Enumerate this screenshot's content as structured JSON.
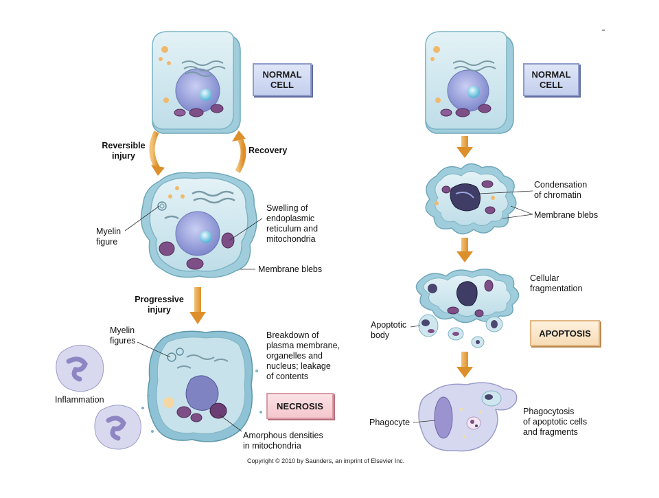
{
  "left": {
    "normal_box": "NORMAL\nCELL",
    "reversible_injury": "Reversible\ninjury",
    "recovery": "Recovery",
    "myelin_figure": "Myelin\nfigure",
    "swelling": "Swelling of\nendoplasmic\nreticulum and\nmitochondria",
    "membrane_blebs": "Membrane blebs",
    "progressive_injury": "Progressive\ninjury",
    "myelin_figures": "Myelin\nfigures",
    "breakdown": "Breakdown of\nplasma membrane,\norganelles and\nnucleus; leakage\nof contents",
    "inflammation": "Inflammation",
    "necrosis_box": "NECROSIS",
    "amorphous": "Amorphous densities\nin mitochondria"
  },
  "right": {
    "normal_box": "NORMAL\nCELL",
    "condensation": "Condensation\nof chromatin",
    "membrane_blebs": "Membrane blebs",
    "cellular_fragmentation": "Cellular\nfragmentation",
    "apoptotic_body": "Apoptotic\nbody",
    "apoptosis_box": "APOPTOSIS",
    "phagocyte": "Phagocyte",
    "phagocytosis": "Phagocytosis\nof apoptotic cells\nand fragments"
  },
  "copyright": "Copyright © 2010 by Saunders, an imprint of Elsevier Inc.",
  "colors": {
    "cell_fill": "#cfe6ee",
    "cell_edge": "#7fb4c6",
    "nucleus": "#9aa3dc",
    "mitochondria": "#7d4f86",
    "arrow": "#e8a33a",
    "necrosis_box": "#f4c7cd",
    "normal_box": "#c4cfee",
    "apoptosis_box": "#f7dcb6"
  }
}
